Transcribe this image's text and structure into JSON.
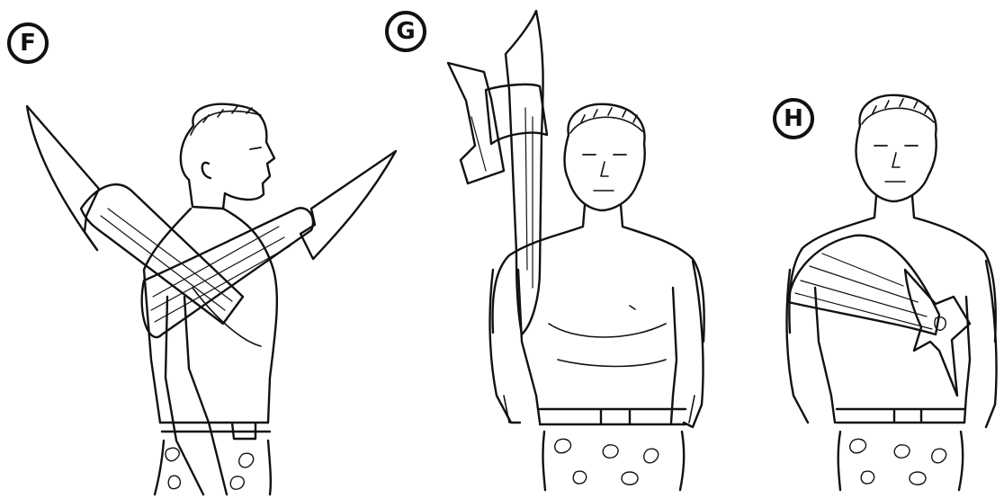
{
  "panels": [
    {
      "id": "F",
      "label": "F"
    },
    {
      "id": "G",
      "label": "G"
    },
    {
      "id": "H",
      "label": "H"
    }
  ],
  "colors": {
    "ink": "#111111",
    "paper": "#ffffff"
  }
}
